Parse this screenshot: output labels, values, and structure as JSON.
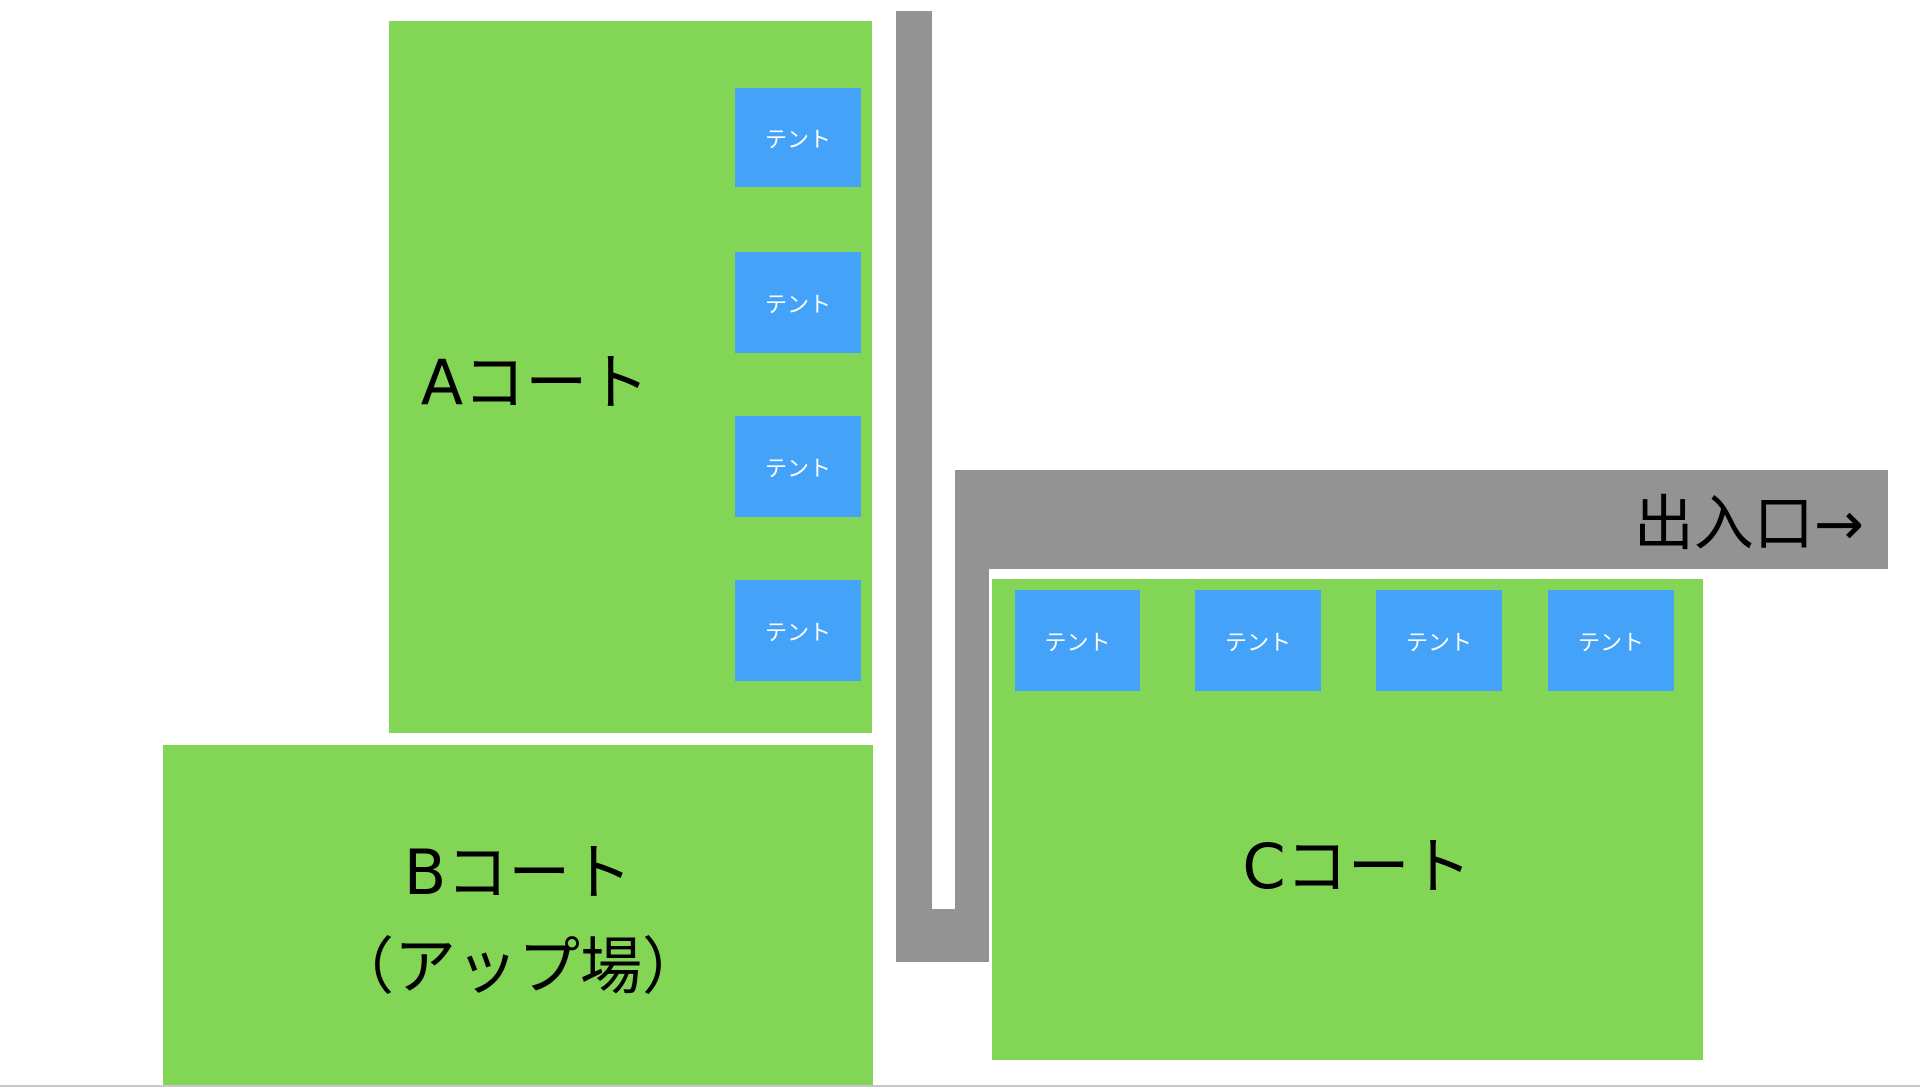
{
  "colors": {
    "court": "#83d655",
    "tent": "#45a2f9",
    "road": "#939393"
  },
  "courts": {
    "a": {
      "label": "Aコート"
    },
    "b": {
      "label": "Bコート",
      "sublabel": "（アップ場）"
    },
    "c": {
      "label": "Cコート"
    }
  },
  "tents": {
    "a": [
      "テント",
      "テント",
      "テント",
      "テント"
    ],
    "c": [
      "テント",
      "テント",
      "テント",
      "テント"
    ]
  },
  "entrance": {
    "label": "出入口→"
  }
}
